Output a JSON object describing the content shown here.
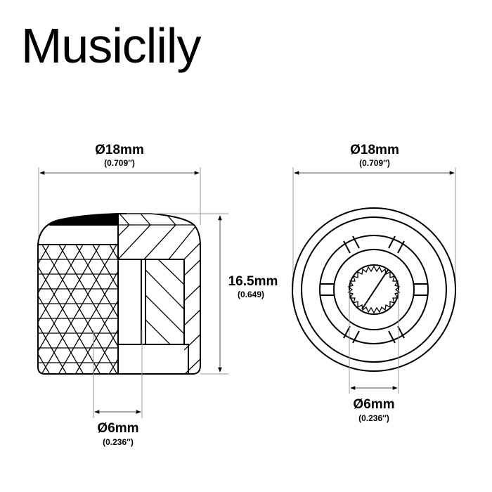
{
  "brand": {
    "title": "Musiclily"
  },
  "side_view": {
    "diameter_label": "Ø18mm",
    "diameter_inch": "(0.709″)",
    "height_label": "16.5mm",
    "height_inch": "(0.649)",
    "shaft_label": "Ø6mm",
    "shaft_inch": "(0.236″)"
  },
  "top_view": {
    "diameter_label": "Ø18mm",
    "diameter_inch": "(0.709″)",
    "shaft_label": "Ø6mm",
    "shaft_inch": "(0.236″)"
  },
  "colors": {
    "ink": "#000000",
    "dimension_line": "#9a9a9a",
    "background": "#ffffff"
  }
}
